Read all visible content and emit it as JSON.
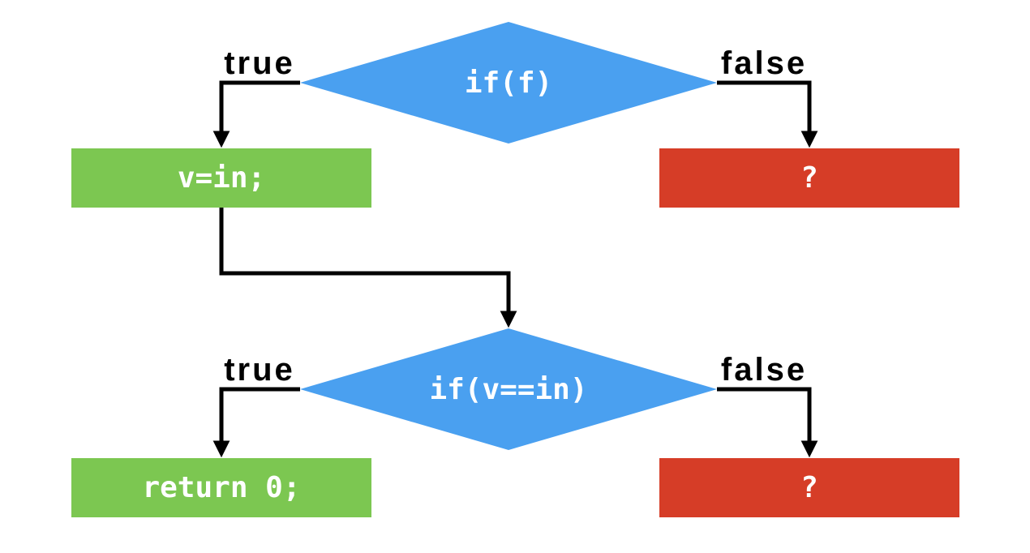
{
  "colors": {
    "decision_fill": "#4aa0f0",
    "success_fill": "#7cc751",
    "error_fill": "#d63d27",
    "connector": "#000000",
    "node_text": "#ffffff",
    "label_text": "#000000",
    "background": "#ffffff"
  },
  "flowchart": {
    "decisions": [
      {
        "id": "decision-1",
        "label": "if(f)"
      },
      {
        "id": "decision-2",
        "label": "if(v==in)"
      }
    ],
    "processes": [
      {
        "id": "process-true-1",
        "label": "v=in;",
        "status": "success"
      },
      {
        "id": "process-false-1",
        "label": "?",
        "status": "error"
      },
      {
        "id": "process-true-2",
        "label": "return 0;",
        "status": "success"
      },
      {
        "id": "process-false-2",
        "label": "?",
        "status": "error"
      }
    ],
    "edges": [
      {
        "from": "if(f)",
        "branch": "true",
        "to": "v=in;",
        "label": "true"
      },
      {
        "from": "if(f)",
        "branch": "false",
        "to": "?",
        "label": "false"
      },
      {
        "from": "v=in;",
        "branch": "next",
        "to": "if(v==in)",
        "label": ""
      },
      {
        "from": "if(v==in)",
        "branch": "true",
        "to": "return 0;",
        "label": "true"
      },
      {
        "from": "if(v==in)",
        "branch": "false",
        "to": "?",
        "label": "false"
      }
    ]
  }
}
